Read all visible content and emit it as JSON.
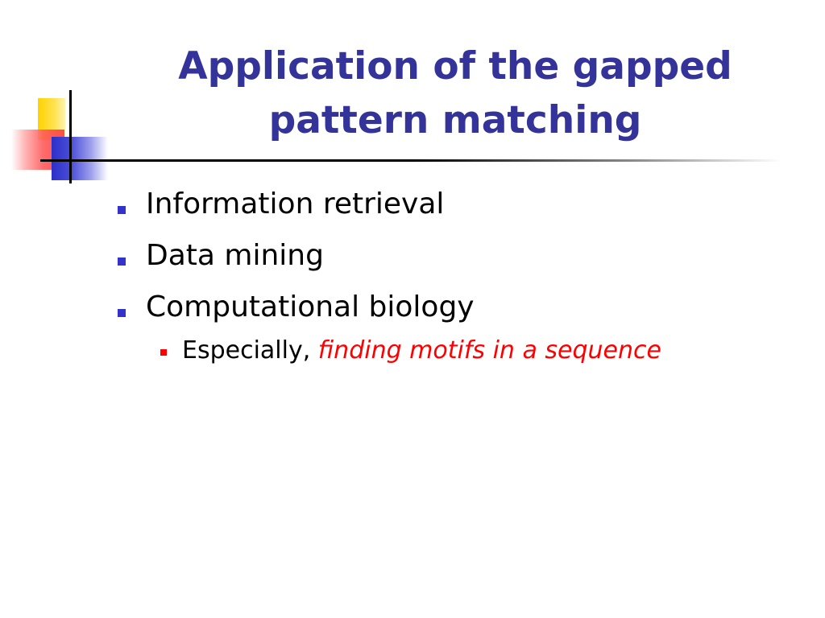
{
  "slide": {
    "title": "Application of the gapped pattern matching",
    "bullets": [
      {
        "text": "Information retrieval"
      },
      {
        "text": "Data mining"
      },
      {
        "text": "Computational biology",
        "sub": [
          {
            "prefix": "Especially,",
            "emphasis": "finding motifs in a sequence"
          }
        ]
      }
    ]
  },
  "colors": {
    "title": "#333399",
    "bullet_marker": "#3333cc",
    "sub_bullet_marker": "#ff0000",
    "emphasis": "#ff0000",
    "background": "#ffffff"
  },
  "icons": {
    "bullet_marker": "square-bullet-icon",
    "decoration": "corner-color-blocks-icon"
  }
}
